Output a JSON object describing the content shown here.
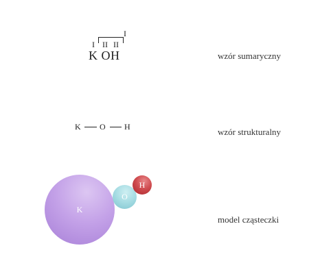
{
  "summary_formula": {
    "valences": [
      "I",
      "II",
      "II",
      "I"
    ],
    "formula": "K OH",
    "label": "wzór sumaryczny"
  },
  "structural_formula": {
    "atoms": [
      "K",
      "O",
      "H"
    ],
    "label": "wzór strukturalny"
  },
  "molecule_model": {
    "atoms": [
      {
        "symbol": "K",
        "color": "#b894e2"
      },
      {
        "symbol": "O",
        "color": "#99d3dc"
      },
      {
        "symbol": "H",
        "color": "#c63a3f"
      }
    ],
    "label": "model cząsteczki"
  }
}
